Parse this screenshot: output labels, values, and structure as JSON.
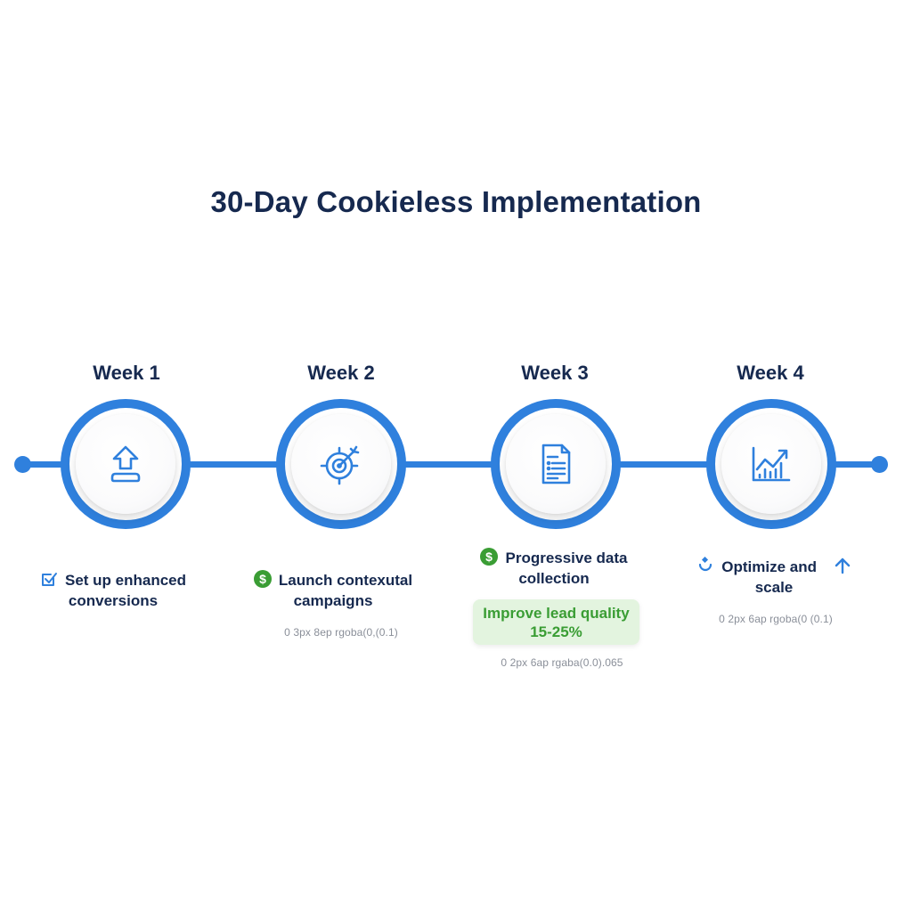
{
  "title": "30-Day Cookieless Implementation",
  "colors": {
    "primary_blue": "#2f80dd",
    "navy_text": "#16294f",
    "green_icon": "#3a9d34",
    "badge_bg": "#e3f4df",
    "note_gray": "#8a8f99"
  },
  "weeks": [
    {
      "label": "Week 1",
      "icon": "upload-icon",
      "task_icon": "checkbox-icon",
      "task_line1": "Set up enhanced",
      "task_line2": "conversions"
    },
    {
      "label": "Week 2",
      "icon": "target-icon",
      "task_icon": "dollar-icon",
      "task_line1": "Launch contexutal",
      "task_line2": "campaigns",
      "note": "0 3px 8ep rgoba(0,(0.1)"
    },
    {
      "label": "Week 3",
      "icon": "document-icon",
      "task_icon": "dollar-icon",
      "task_line1": "Progressive data",
      "task_line2": "collection",
      "badge_line1": "Improve lead quality",
      "badge_line2": "15-25%",
      "note": "0 2px 6ap rgaba(0.0).065"
    },
    {
      "label": "Week 4",
      "icon": "chart-growth-icon",
      "task_icon": "refresh-icon",
      "task_icon_right": "arrow-up-icon",
      "task_line1": "Optimize and",
      "task_line2": "scale",
      "note": "0 2px 6ap rgoba(0 (0.1)"
    }
  ]
}
